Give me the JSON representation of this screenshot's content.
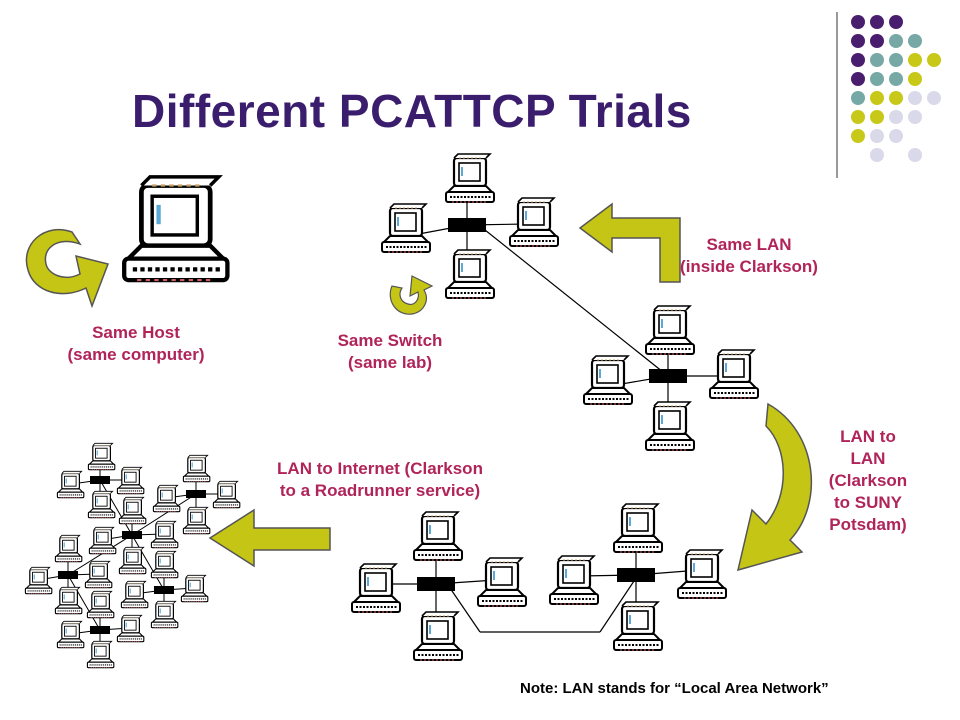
{
  "slide": {
    "title": "Different PCATTCP Trials",
    "colors": {
      "title": "#3b1d6e",
      "label": "#b0245a",
      "arrow": "#c5c515",
      "dot_purple": "#4a1e6e",
      "dot_teal": "#76a8a6",
      "dot_yellow": "#c8c818",
      "dot_lavender": "#d9d9ea"
    }
  },
  "labels": {
    "same_host": [
      "Same Host",
      "(same computer)"
    ],
    "same_switch": [
      "Same Switch",
      "(same lab)"
    ],
    "same_lan": [
      "Same LAN",
      "(inside Clarkson)"
    ],
    "lan_to_lan": [
      "LAN to",
      "LAN",
      "(Clarkson",
      "to SUNY",
      "Potsdam)"
    ],
    "lan_to_internet": [
      "LAN to Internet (Clarkson",
      "to a Roadrunner service)"
    ]
  },
  "note": "Note: LAN stands for “Local Area Network”",
  "icons": [
    "computer-icon",
    "switch-icon",
    "u-turn-arrow-icon",
    "bent-arrow-icon",
    "curved-arrow-icon",
    "left-arrow-icon"
  ]
}
